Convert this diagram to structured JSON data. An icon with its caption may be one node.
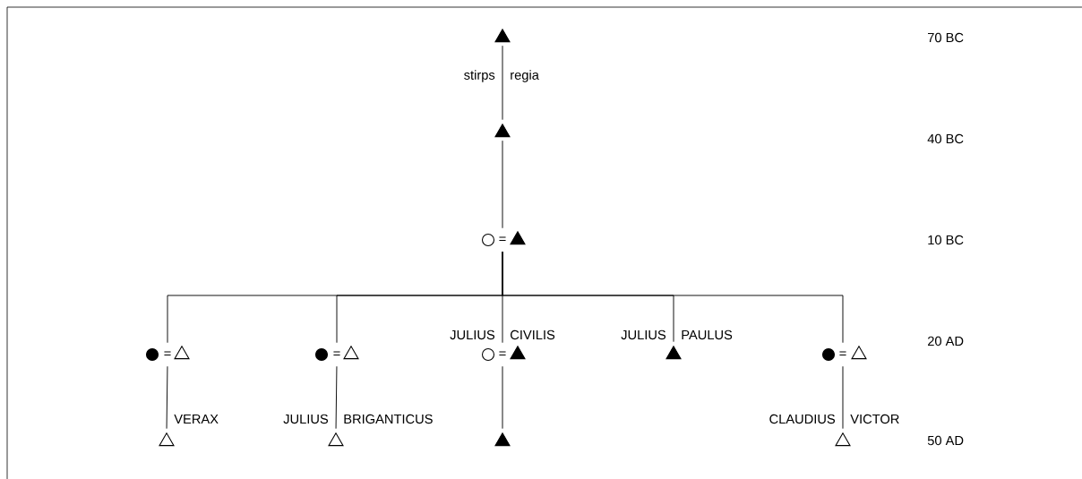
{
  "diagram": {
    "nodes": [
      {
        "text": [],
        "shape": "triangle"
      },
      {
        "text": [],
        "shape": "triangle",
        "beside": [
          "stirps",
          "regia"
        ]
      },
      {
        "text": [
          "="
        ]
      },
      {
        "text": [],
        "shape": "circle"
      },
      {
        "text": [],
        "shape": "triangle"
      },
      {
        "text": [
          "="
        ]
      },
      {
        "text": [],
        "shape": "circle"
      },
      {
        "text": [],
        "shape": "triangle"
      },
      {
        "text": [
          "="
        ]
      },
      {
        "text": [],
        "shape": "circle"
      },
      {
        "text": [],
        "shape": "triangle"
      },
      {
        "text": [
          "="
        ]
      },
      {
        "text": [],
        "shape": "circle"
      },
      {
        "text": [],
        "shape": "triangle",
        "beside": [
          "JULIUS",
          "CIVILIS"
        ]
      },
      {
        "text": [],
        "shape": "triangle",
        "beside": [
          "JULIUS",
          "PAULUS"
        ]
      },
      {
        "text": [
          "="
        ]
      },
      {
        "text": [],
        "shape": "circle"
      },
      {
        "text": [],
        "shape": "triangle"
      },
      {
        "text": [],
        "shape": "triangle",
        "beside": [
          "VERAX"
        ]
      },
      {
        "text": [],
        "shape": "triangle",
        "beside": [
          "JULIUS",
          "BRIGANTICUS"
        ]
      },
      {
        "text": [],
        "shape": "triangle"
      },
      {
        "text": [],
        "shape": "triangle",
        "beside": [
          "CLAUDIUS",
          "VICTOR"
        ]
      }
    ],
    "edges": [
      {
        "from": 0,
        "to": 1,
        "arrow": "none"
      },
      {
        "from": 1,
        "to": 2,
        "arrow": "none"
      },
      {
        "from": 2,
        "to": 5,
        "arrow": "none"
      },
      {
        "from": 2,
        "to": 8,
        "arrow": "none"
      },
      {
        "from": 2,
        "to": 11,
        "arrow": "none"
      },
      {
        "from": 2,
        "to": 14,
        "arrow": "none"
      },
      {
        "from": 2,
        "to": 15,
        "arrow": "none"
      },
      {
        "from": 5,
        "to": 18,
        "arrow": "none"
      },
      {
        "from": 8,
        "to": 19,
        "arrow": "none"
      },
      {
        "from": 11,
        "to": 20,
        "arrow": "none"
      },
      {
        "from": 15,
        "to": 21,
        "arrow": "none"
      }
    ],
    "labels": [
      "70 BC",
      "40 BC",
      "10 BC",
      "20 AD",
      "50 AD"
    ]
  }
}
